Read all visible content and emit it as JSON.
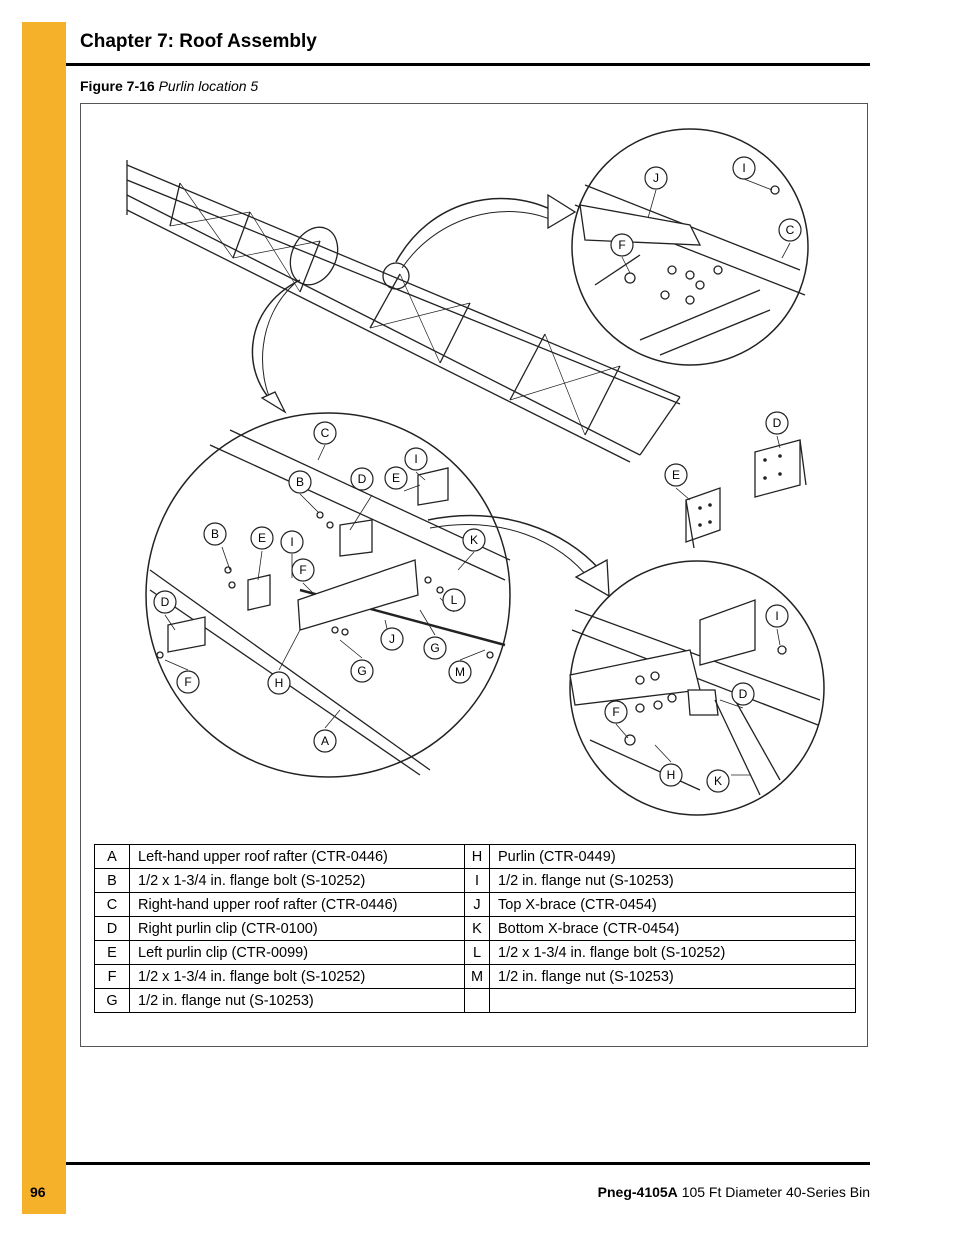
{
  "header": {
    "chapter_title": "Chapter 7: Roof Assembly"
  },
  "figure": {
    "number": "Figure 7-16",
    "title": "Purlin location 5",
    "callouts": [
      "A",
      "B",
      "C",
      "D",
      "E",
      "F",
      "G",
      "H",
      "I",
      "J",
      "K",
      "L",
      "M"
    ]
  },
  "parts_table": {
    "rows": [
      {
        "left_key": "A",
        "left_desc": "Left-hand upper roof rafter (CTR-0446)",
        "right_key": "H",
        "right_desc": "Purlin (CTR-0449)"
      },
      {
        "left_key": "B",
        "left_desc": "1/2 x 1-3/4 in. flange bolt (S-10252)",
        "right_key": "I",
        "right_desc": "1/2 in. flange nut (S-10253)"
      },
      {
        "left_key": "C",
        "left_desc": "Right-hand upper roof rafter (CTR-0446)",
        "right_key": "J",
        "right_desc": "Top X-brace (CTR-0454)"
      },
      {
        "left_key": "D",
        "left_desc": "Right purlin clip (CTR-0100)",
        "right_key": "K",
        "right_desc": "Bottom X-brace (CTR-0454)"
      },
      {
        "left_key": "E",
        "left_desc": "Left purlin clip (CTR-0099)",
        "right_key": "L",
        "right_desc": "1/2 x 1-3/4 in. flange bolt (S-10252)"
      },
      {
        "left_key": "F",
        "left_desc": "1/2 x 1-3/4 in. flange bolt (S-10252)",
        "right_key": "M",
        "right_desc": "1/2 in. flange nut (S-10253)"
      },
      {
        "left_key": "G",
        "left_desc": "1/2 in. flange nut (S-10253)",
        "right_key": "",
        "right_desc": ""
      }
    ]
  },
  "footer": {
    "page_number": "96",
    "doc_code": "Pneg-4105A",
    "doc_title": "105 Ft Diameter 40-Series Bin"
  },
  "colors": {
    "side_bar": "#f6b12a",
    "rule": "#000000"
  }
}
